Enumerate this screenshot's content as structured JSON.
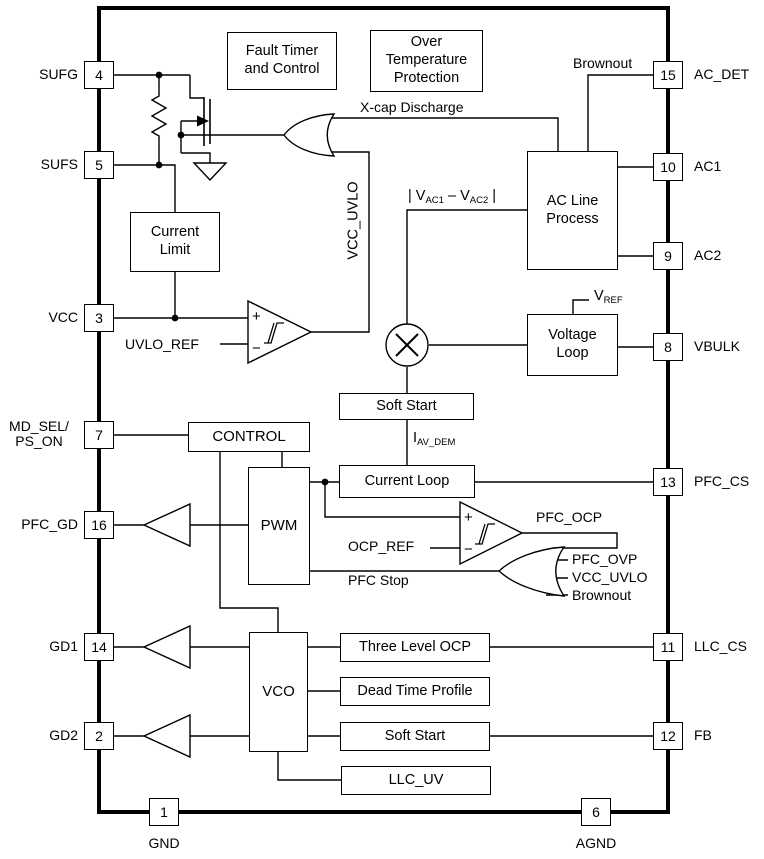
{
  "pins": {
    "sufg": {
      "num": "4",
      "label": "SUFG"
    },
    "sufs": {
      "num": "5",
      "label": "SUFS"
    },
    "vcc": {
      "num": "3",
      "label": "VCC"
    },
    "md_sel_ps_on": {
      "num": "7",
      "label_line1": "MD_SEL/",
      "label_line2": "PS_ON"
    },
    "pfc_gd": {
      "num": "16",
      "label": "PFC_GD"
    },
    "gd1": {
      "num": "14",
      "label": "GD1"
    },
    "gd2": {
      "num": "2",
      "label": "GD2"
    },
    "gnd": {
      "num": "1",
      "label": "GND"
    },
    "agnd": {
      "num": "6",
      "label": "AGND"
    },
    "ac_det": {
      "num": "15",
      "label": "AC_DET"
    },
    "ac1": {
      "num": "10",
      "label": "AC1"
    },
    "ac2": {
      "num": "9",
      "label": "AC2"
    },
    "vbulk": {
      "num": "8",
      "label": "VBULK"
    },
    "pfc_cs": {
      "num": "13",
      "label": "PFC_CS"
    },
    "llc_cs": {
      "num": "11",
      "label": "LLC_CS"
    },
    "fb": {
      "num": "12",
      "label": "FB"
    }
  },
  "blocks": {
    "fault_timer": "Fault Timer and Control",
    "over_temp": "Over Temperature Protection",
    "ac_line_process": "AC Line Process",
    "current_limit": "Current Limit",
    "voltage_loop": "Voltage Loop",
    "soft_start_pfc": "Soft Start",
    "current_loop": "Current Loop",
    "control": "CONTROL",
    "pwm": "PWM",
    "vco": "VCO",
    "three_level_ocp": "Three Level OCP",
    "dead_time_profile": "Dead Time Profile",
    "soft_start_llc": "Soft Start",
    "llc_uv": "LLC_UV"
  },
  "signals": {
    "brownout_top": "Brownout",
    "xcap_discharge": "X-cap Discharge",
    "vcc_uvlo_vertical": "VCC_UVLO",
    "uvlo_ref": "UVLO_REF",
    "ocp_ref": "OCP_REF",
    "pfc_ocp": "PFC_OCP",
    "pfc_ovp": "PFC_OVP",
    "vcc_uvlo": "VCC_UVLO",
    "brownout": "Brownout",
    "pfc_stop": "PFC Stop",
    "comparator_plus": "+",
    "comparator_minus": "−"
  },
  "formulas": {
    "vac_diff": {
      "p1": "| V",
      "s1": "AC1",
      "p2": " – V",
      "s2": "AC2",
      "p3": " |"
    },
    "vref": {
      "p1": "V",
      "s1": "REF"
    },
    "iav_dem": {
      "p1": "I",
      "s1": "AV_DEM"
    }
  },
  "colors": {
    "line": "#000000",
    "background": "#ffffff"
  }
}
